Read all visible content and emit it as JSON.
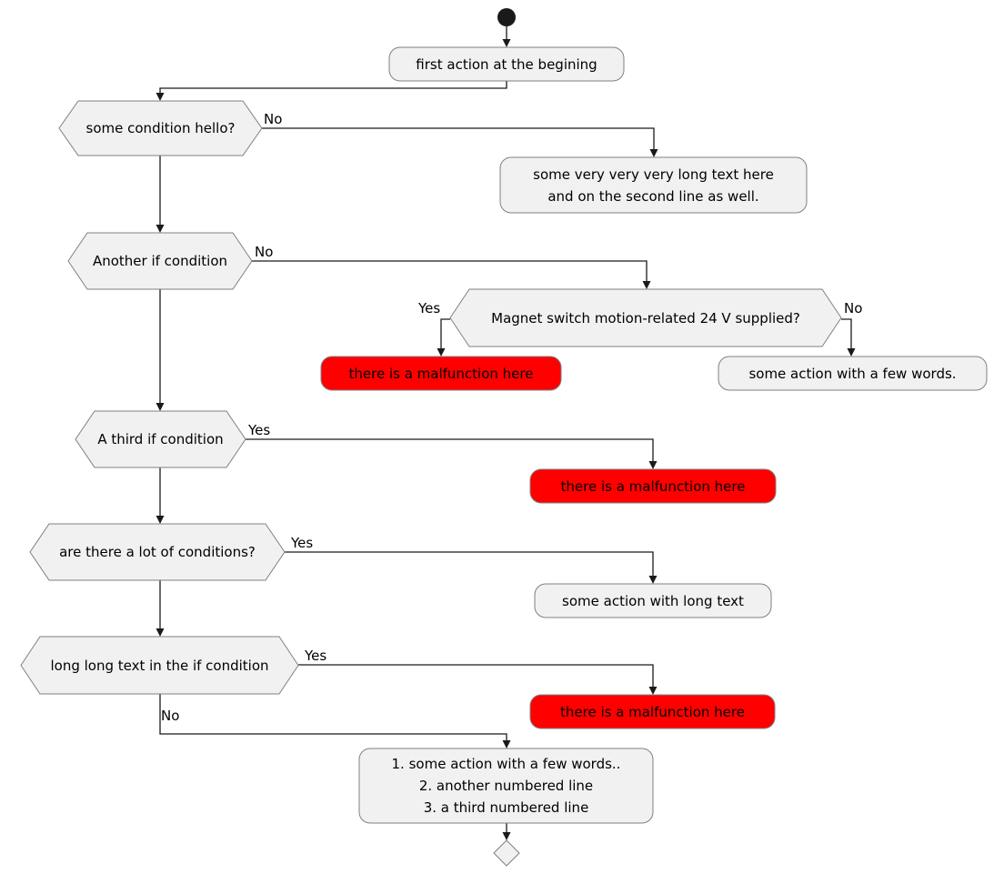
{
  "diagram": {
    "type": "activity-flowchart",
    "colors": {
      "action_fill": "#f1f1f1",
      "malfunction_fill": "#ff0000",
      "node_border": "#808080",
      "connector": "#1a1a1a",
      "text": "#000000",
      "start_fill": "#1a1a1a"
    },
    "nodes": {
      "start": {
        "kind": "start-circle"
      },
      "first_action": {
        "label": "first action at the begining"
      },
      "cond_hello": {
        "label": "some condition hello?"
      },
      "long_text_action": {
        "line1": "some very very very long text here",
        "line2": "and on the second line as well."
      },
      "cond_another": {
        "label": "Another if condition"
      },
      "cond_magnet": {
        "label": "Magnet switch motion-related 24 V supplied?"
      },
      "malfunction1": {
        "label": "there is a malfunction here"
      },
      "few_words_action": {
        "label": "some action with a few words."
      },
      "cond_third": {
        "label": "A third if condition"
      },
      "malfunction2": {
        "label": "there is a malfunction here"
      },
      "cond_lots": {
        "label": "are there a lot of conditions?"
      },
      "long_action": {
        "label": "some action with long text"
      },
      "cond_longlong": {
        "label": "long long text in the if condition"
      },
      "malfunction3": {
        "label": "there is a malfunction here"
      },
      "numbered_action": {
        "line1": "1. some action with a few words..",
        "line2": "2. another numbered line",
        "line3": "3. a third numbered line"
      },
      "end": {
        "kind": "end-diamond"
      }
    },
    "edge_labels": {
      "no_hello": "No",
      "no_another": "No",
      "yes_magnet": "Yes",
      "no_magnet": "No",
      "yes_third": "Yes",
      "yes_lots": "Yes",
      "yes_longlong": "Yes",
      "no_longlong": "No"
    }
  }
}
